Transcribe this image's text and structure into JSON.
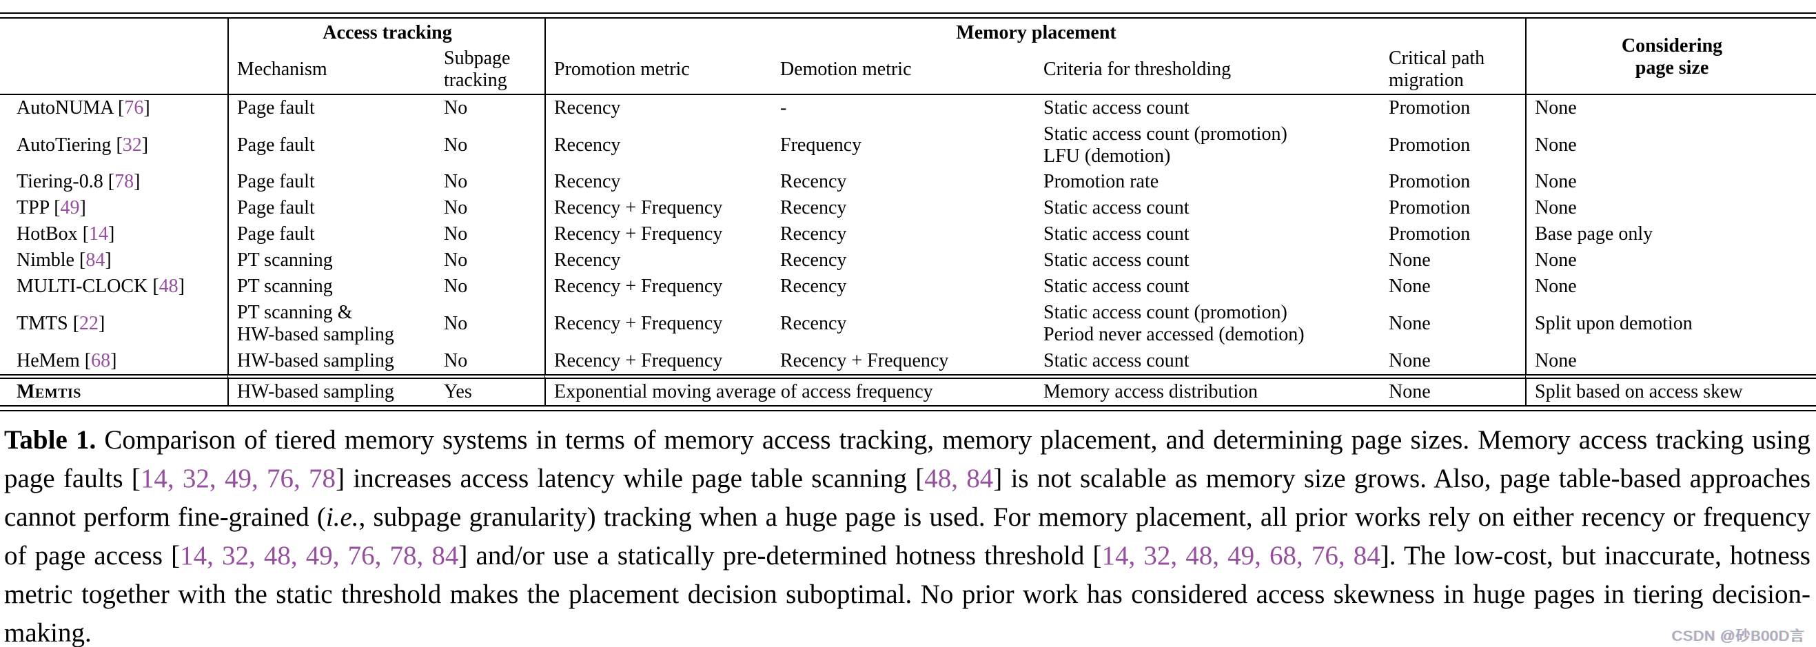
{
  "colors": {
    "citation": "#964F9F",
    "rule": "#000000",
    "watermark": "#9fb0ba"
  },
  "table": {
    "header": {
      "groups": [
        {
          "label": "Access tracking"
        },
        {
          "label": "Memory placement"
        },
        {
          "label": "Considering\npage size"
        }
      ],
      "columns": [
        "Mechanism",
        "Subpage\ntracking",
        "Promotion metric",
        "Demotion metric",
        "Criteria for thresholding",
        "Critical path\nmigration"
      ]
    },
    "rows": [
      {
        "name": "AutoNUMA",
        "cite": "76",
        "mechanism": "Page fault",
        "subpage": "No",
        "promotion": "Recency",
        "demotion": "-",
        "criteria": "Static access count",
        "critical": "Promotion",
        "page_size": "None"
      },
      {
        "name": "AutoTiering",
        "cite": "32",
        "mechanism": "Page fault",
        "subpage": "No",
        "promotion": "Recency",
        "demotion": "Frequency",
        "criteria": "Static access count (promotion)\nLFU (demotion)",
        "critical": "Promotion",
        "page_size": "None"
      },
      {
        "name": "Tiering-0.8",
        "cite": "78",
        "mechanism": "Page fault",
        "subpage": "No",
        "promotion": "Recency",
        "demotion": "Recency",
        "criteria": "Promotion rate",
        "critical": "Promotion",
        "page_size": "None"
      },
      {
        "name": "TPP",
        "cite": "49",
        "mechanism": "Page fault",
        "subpage": "No",
        "promotion": "Recency + Frequency",
        "demotion": "Recency",
        "criteria": "Static access count",
        "critical": "Promotion",
        "page_size": "None"
      },
      {
        "name": "HotBox",
        "cite": "14",
        "mechanism": "Page fault",
        "subpage": "No",
        "promotion": "Recency + Frequency",
        "demotion": "Recency",
        "criteria": "Static access count",
        "critical": "Promotion",
        "page_size": "Base page only"
      },
      {
        "name": "Nimble",
        "cite": "84",
        "mechanism": "PT scanning",
        "subpage": "No",
        "promotion": "Recency",
        "demotion": "Recency",
        "criteria": "Static access count",
        "critical": "None",
        "page_size": "None"
      },
      {
        "name": "MULTI-CLOCK",
        "cite": "48",
        "mechanism": "PT scanning",
        "subpage": "No",
        "promotion": "Recency + Frequency",
        "demotion": "Recency",
        "criteria": "Static access count",
        "critical": "None",
        "page_size": "None"
      },
      {
        "name": "TMTS",
        "cite": "22",
        "mechanism": "PT scanning &\nHW-based sampling",
        "subpage": "No",
        "promotion": "Recency + Frequency",
        "demotion": "Recency",
        "criteria": "Static access count (promotion)\nPeriod never accessed (demotion)",
        "critical": "None",
        "page_size": "Split upon demotion"
      },
      {
        "name": "HeMem",
        "cite": "68",
        "mechanism": "HW-based sampling",
        "subpage": "No",
        "promotion": "Recency + Frequency",
        "demotion": "Recency + Frequency",
        "criteria": "Static access count",
        "critical": "None",
        "page_size": "None"
      },
      {
        "name": "Memtis",
        "cite": null,
        "smallcaps": true,
        "emphasis": true,
        "mechanism": "HW-based sampling",
        "subpage": "Yes",
        "promotion_span": "Exponential moving average of access frequency",
        "criteria": "Memory access distribution",
        "critical": "None",
        "page_size": "Split based on access skew"
      }
    ]
  },
  "caption": {
    "segments": [
      {
        "t": "Table 1.",
        "b": true
      },
      {
        "t": " Comparison of tiered memory systems in terms of memory access tracking, memory placement, and determining page sizes. Memory access tracking using page faults ["
      },
      {
        "t": "14, 32, 49, 76, 78",
        "c": true
      },
      {
        "t": "] increases access latency while page table scanning ["
      },
      {
        "t": "48, 84",
        "c": true
      },
      {
        "t": "] is not scalable as memory size grows. Also, page table-based approaches cannot perform fine-grained ("
      },
      {
        "t": "i.e.",
        "i": true
      },
      {
        "t": ", subpage granularity) tracking when a huge page is used. For memory placement, all prior works rely on either recency or frequency of page access ["
      },
      {
        "t": "14, 32, 48, 49, 76, 78, 84",
        "c": true
      },
      {
        "t": "] and/or use a statically pre-determined hotness threshold ["
      },
      {
        "t": "14, 32, 48, 49, 68, 76, 84",
        "c": true
      },
      {
        "t": "]. The low-cost, but inaccurate, hotness metric together with the static threshold makes the placement decision suboptimal. No prior work has considered access skewness in huge pages in tiering decision-making."
      }
    ]
  },
  "watermark": {
    "text": "CSDN @砂B00D言"
  }
}
